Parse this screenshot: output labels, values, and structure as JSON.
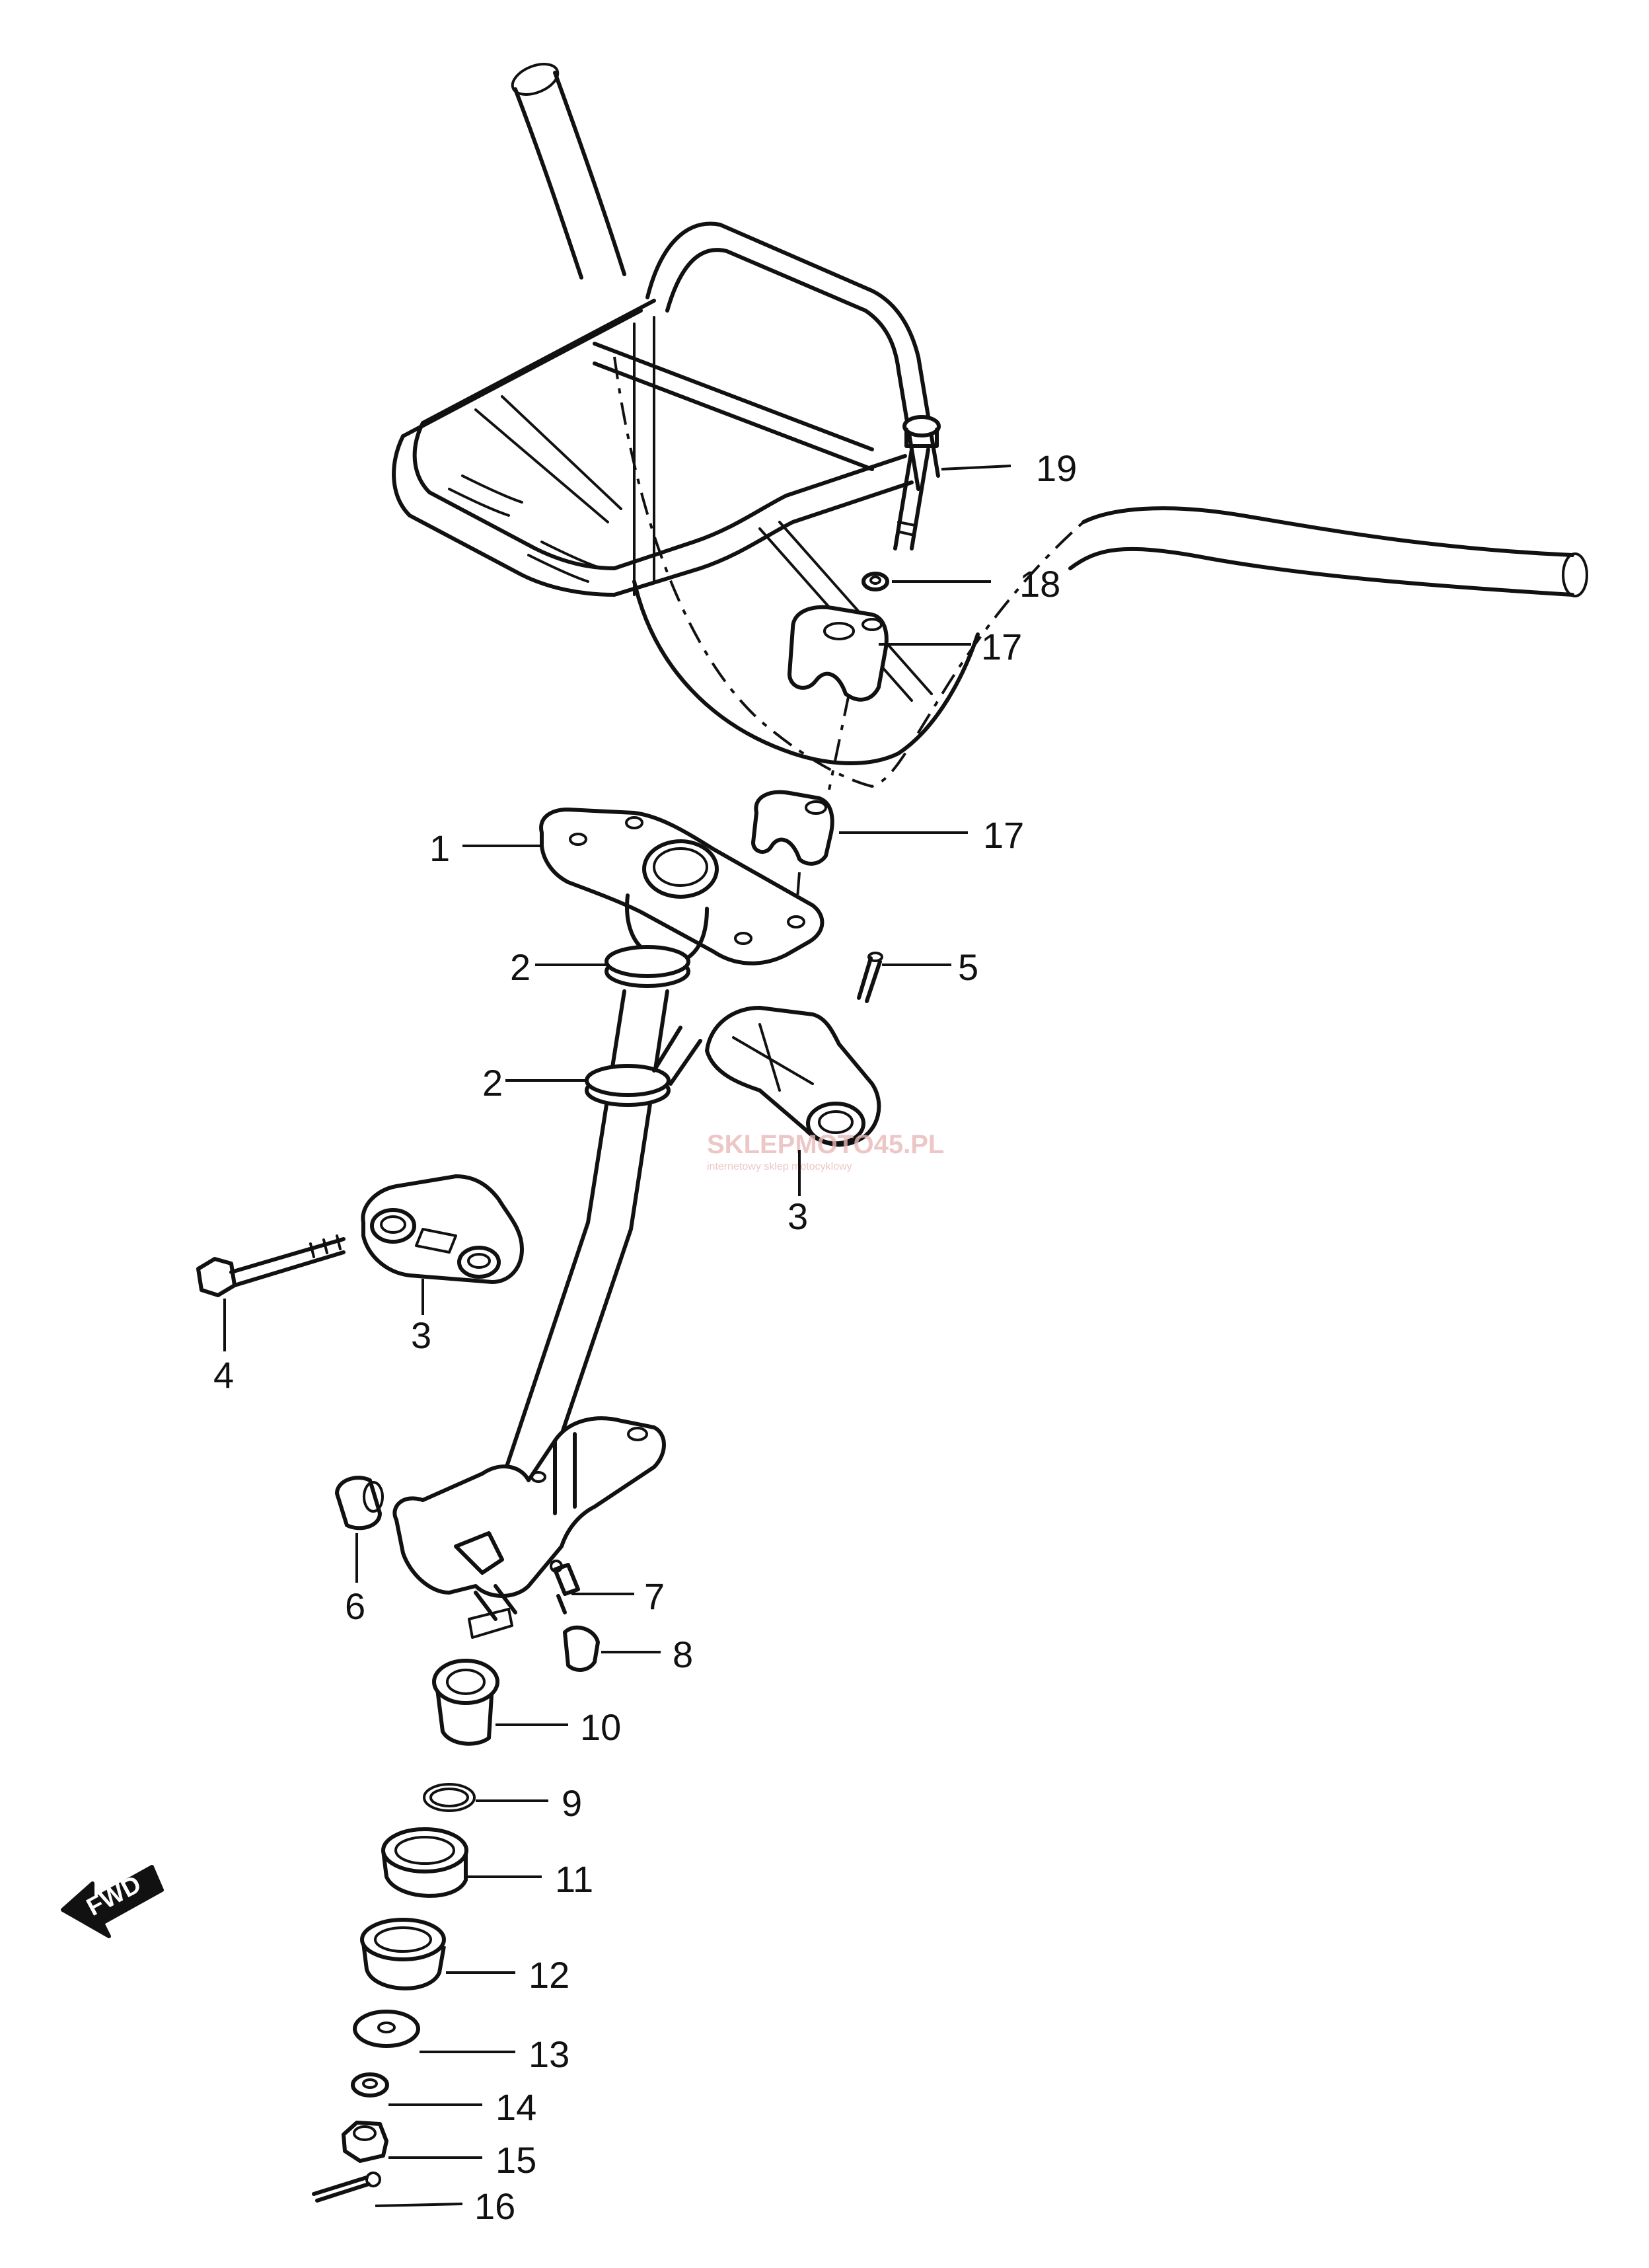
{
  "diagram": {
    "part_numbers": [
      "1",
      "2",
      "2",
      "3",
      "3",
      "4",
      "5",
      "6",
      "7",
      "8",
      "9",
      "10",
      "11",
      "12",
      "13",
      "14",
      "15",
      "16",
      "17",
      "17",
      "18",
      "19"
    ],
    "direction_label": "FWD",
    "watermark": {
      "main": "SKLEPMOTO45.PL",
      "sub": "internetowy sklep motocyklowy"
    },
    "colors": {
      "line": "#111111",
      "background": "#ffffff",
      "watermark": "#e9b8b8"
    }
  }
}
